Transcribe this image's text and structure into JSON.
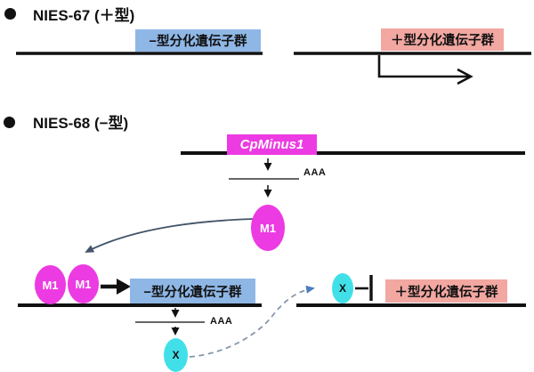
{
  "colors": {
    "magenta": "#EC3BE2",
    "cyan": "#41E0E9",
    "blue_box_bg": "#8FB7E6",
    "pink_box_bg": "#F2A7A1",
    "line_black": "#111111",
    "arrow_blue": "#44546A",
    "dash_gray": "#8795A9",
    "dash_arrow_blue": "#4D7EBF"
  },
  "nies67": {
    "title": "NIES-67 (＋型)",
    "minus_gene_box": "−型分化遺伝子群",
    "plus_gene_box": "＋型分化遺伝子群"
  },
  "nies68": {
    "title": "NIES-68 (−型)",
    "cpminus1_box": "CpMinus1",
    "polya_top": "AAA",
    "polya_bottom": "AAA",
    "m1_protein": "M1",
    "m1_dimer_left": "M1",
    "m1_dimer_right": "M1",
    "x_protein": "X",
    "x_repressor": "X",
    "minus_gene_box": "−型分化遺伝子群",
    "plus_gene_box": "＋型分化遺伝子群"
  }
}
